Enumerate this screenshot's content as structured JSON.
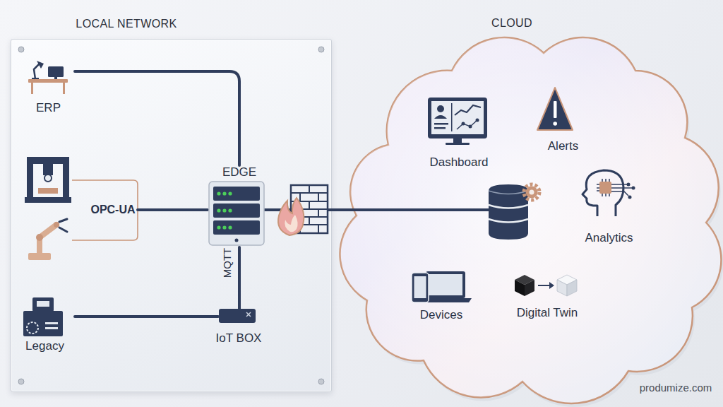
{
  "diagram": {
    "nodes": [
      {
        "text": [
          "LOCAL NETWORK"
        ]
      },
      {
        "text": [
          "ERP"
        ],
        "in": 0
      },
      {
        "text": [
          "EDGE"
        ],
        "in": 0
      },
      {
        "text": [
          "IoT BOX"
        ],
        "in": 0
      },
      {
        "text": [
          "Legacy"
        ],
        "in": 0
      },
      {
        "text": [
          "CLOUD"
        ]
      },
      {
        "text": [
          "Dashboard"
        ],
        "in": 5
      },
      {
        "text": [
          "Alerts"
        ],
        "in": 5
      },
      {
        "text": [
          "Analytics"
        ],
        "in": 5
      },
      {
        "text": [
          "Devices"
        ],
        "in": 5
      },
      {
        "text": [
          "Digital Twin"
        ],
        "in": 5
      }
    ],
    "edges": [
      {
        "from": 1,
        "to": 2,
        "arrow": "none"
      },
      {
        "from": 3,
        "to": 2,
        "label": "MQTT",
        "arrow": "none"
      },
      {
        "from": 4,
        "to": 3,
        "arrow": "none"
      }
    ],
    "labels": [
      "OPC-UA",
      "produmize.com"
    ]
  }
}
